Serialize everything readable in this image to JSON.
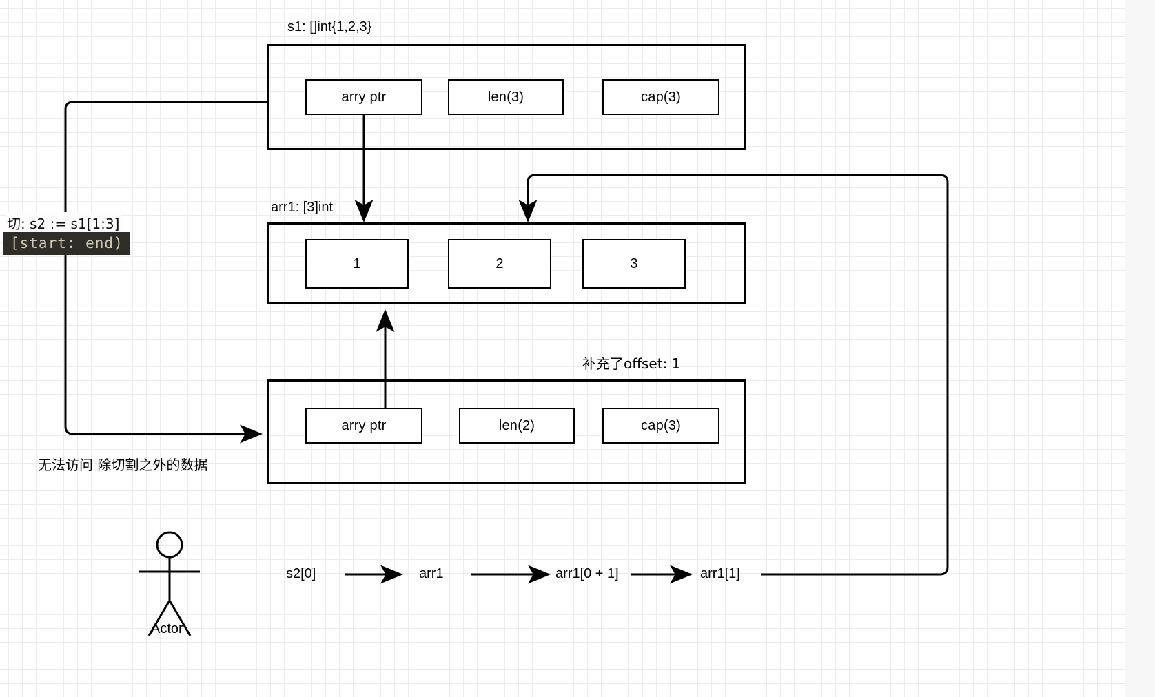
{
  "diagram": {
    "title_s1": "s1: []int{1,2,3}",
    "title_arr1": "arr1: [3]int",
    "note_offset": "补充了offset: 1",
    "note_noaccess": "无法访问 除切割之外的数据",
    "slice_expr": "切:  s2 := s1[1:3]",
    "slice_code": "[start: end)",
    "s1_fields": [
      {
        "label": "arry ptr"
      },
      {
        "label": "len(3)"
      },
      {
        "label": "cap(3)"
      }
    ],
    "arr1_cells": [
      {
        "label": "1"
      },
      {
        "label": "2"
      },
      {
        "label": "3"
      }
    ],
    "s2_fields": [
      {
        "label": "arry ptr"
      },
      {
        "label": "len(2)"
      },
      {
        "label": "cap(3)"
      }
    ],
    "flow_chain": [
      {
        "label": "s2[0]"
      },
      {
        "label": "arr1"
      },
      {
        "label": "arr1[0 + 1]"
      },
      {
        "label": "arr1[1]"
      }
    ],
    "actor": {
      "label": "Actor"
    },
    "colors": {
      "stroke": "#000000",
      "canvas": "#ffffff",
      "grid_minor": "#ececec",
      "grid_major": "#d0d0d0",
      "code_bg": "#2e2d28",
      "code_fg": "#cfc9b4",
      "page_margin": "#f7f7f7"
    }
  }
}
